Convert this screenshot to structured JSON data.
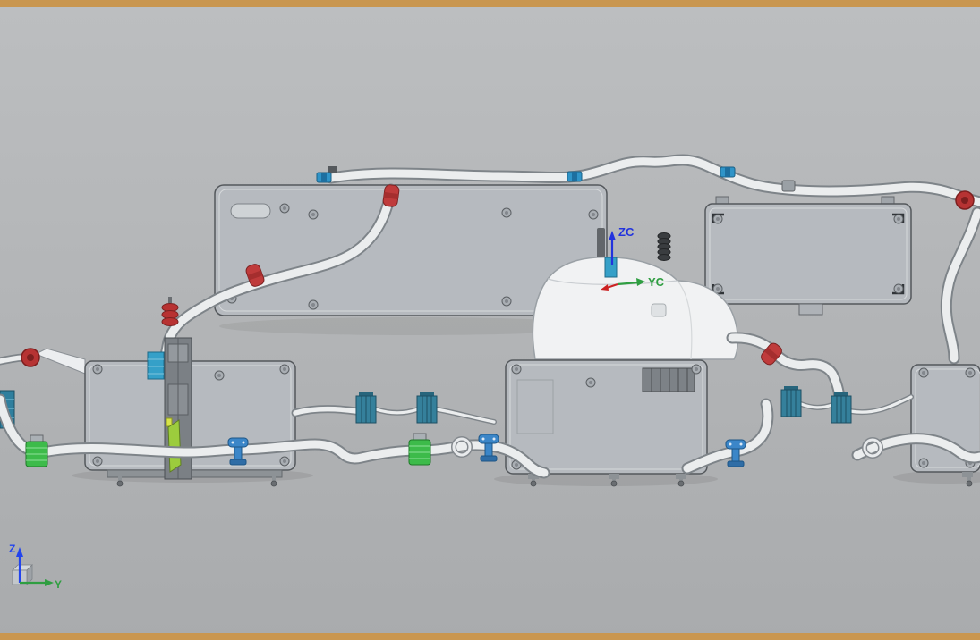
{
  "viewport": {
    "labels": {
      "zc": "ZC",
      "yc": "YC",
      "z": "Z",
      "y": "Y"
    },
    "colors": {
      "background": "#b2b4b6",
      "frame": "#c9964f",
      "part_gray": "#b6babf",
      "part_edge": "#54585c",
      "tube": "#ebedee",
      "tube_edge": "#7e8489",
      "clamp_red": "#bf3b3b",
      "clamp_blue": "#3b86c8",
      "connector_cyan": "#35a0c8",
      "connector_teal": "#2f7f9e",
      "connector_green": "#3dbb4a",
      "accent_yellow_green": "#9ccc3d",
      "axis_z": "#2233dd",
      "axis_y": "#2f9e41",
      "axis_x": "#cc2222"
    }
  }
}
